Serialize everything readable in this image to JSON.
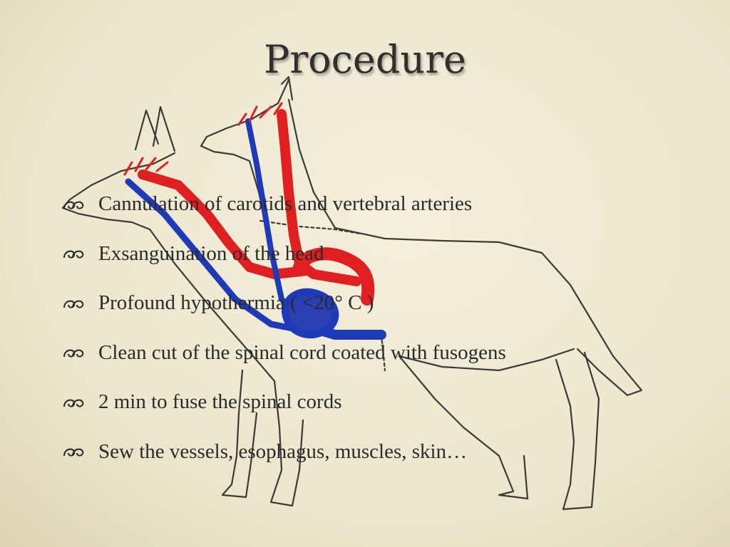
{
  "slide": {
    "title": "Procedure",
    "bullet_icon": "double-curl-bullet-icon",
    "bullets": [
      "Cannulation of carotids and vertebral arteries",
      "Exsanguination of the head",
      "Profound hypothermia ( <20°  C )",
      "Clean cut of the spinal cord coated with fusogens",
      "2 min to fuse the spinal cords",
      "Sew the vessels, esophagus, muscles, skin…"
    ]
  },
  "colors": {
    "background": "#efead3",
    "text": "#2a2a2a",
    "artery_red": "#e02020",
    "vein_blue": "#1f3ab8",
    "ink": "#3a3a3a"
  }
}
